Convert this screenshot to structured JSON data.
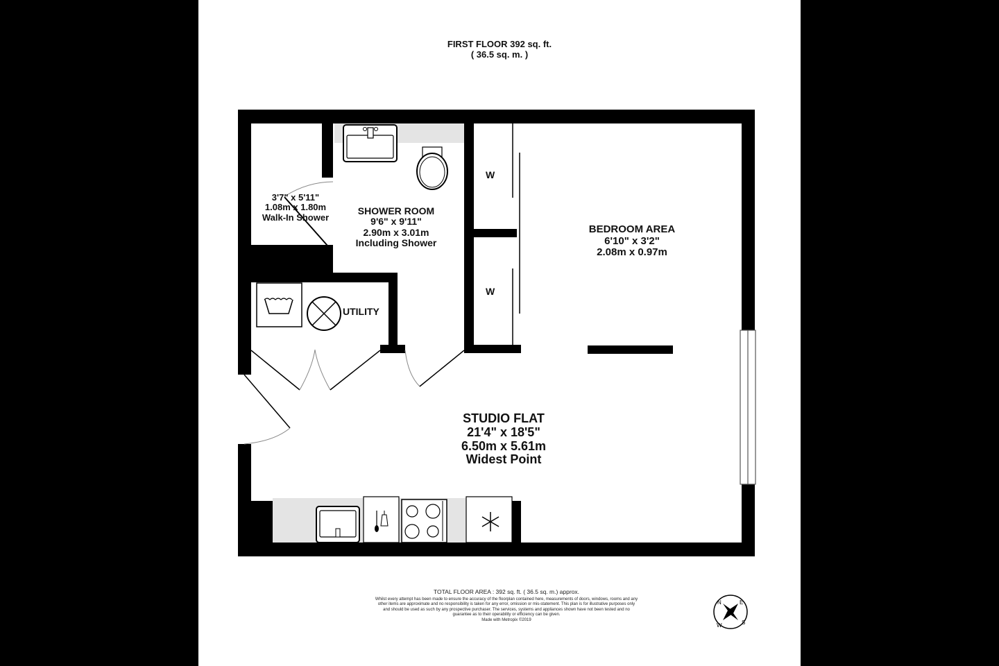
{
  "header": {
    "floor_title": "FIRST FLOOR 392 sq. ft.",
    "floor_area_metric": "( 36.5 sq. m. )"
  },
  "rooms": {
    "walk_in_shower": {
      "imperial": "3'7\"  x 5'11\"",
      "metric": "1.08m  x 1.80m",
      "name": "Walk-In Shower"
    },
    "shower_room": {
      "name": "SHOWER ROOM",
      "imperial": "9'6\"  x 9'11\"",
      "metric": "2.90m  x 3.01m",
      "note": "Including Shower"
    },
    "bedroom_area": {
      "name": "BEDROOM AREA",
      "imperial": "6'10\"  x 3'2\"",
      "metric": "2.08m  x 0.97m"
    },
    "utility": {
      "name": "UTILITY"
    },
    "wardrobes": [
      {
        "label": "W"
      },
      {
        "label": "W"
      }
    ],
    "studio_flat": {
      "name": "STUDIO FLAT",
      "imperial": "21'4\"  x 18'5\"",
      "metric": "6.50m  x 5.61m",
      "note": "Widest Point"
    }
  },
  "fixtures": [
    "basin-icon",
    "toilet-icon",
    "washing-machine-icon",
    "boiler-icon",
    "kitchen-sink-icon",
    "dishwasher-icon",
    "hob-icon",
    "freezer-icon"
  ],
  "footer": {
    "total_area": "TOTAL FLOOR AREA : 392 sq. ft. ( 36.5 sq. m.) approx.",
    "disclaimer": "Whilst every attempt has been made to ensure the accuracy of the floorplan contained here, measurements of doors, windows, rooms and any other items are approximate and no responsibility is taken for any error, omission or mis-statement. This plan is for illustrative purposes only and should be used as such by any prospective purchaser. The services, systems and appliances shown have not been tested and no guarantee as to their operability or efficiency can be given.",
    "credit": "Made with Metropix ©2019"
  },
  "compass": {
    "labels": [
      "N",
      "E",
      "S",
      "W"
    ]
  },
  "colors": {
    "wall": "#000000",
    "counter": "#e4e4e4",
    "background": "#ffffff",
    "frame": "#000000"
  }
}
